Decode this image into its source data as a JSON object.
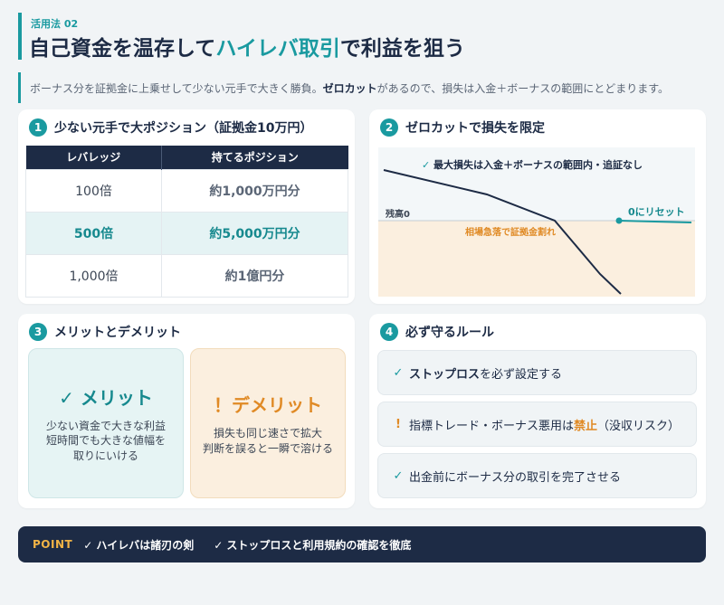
{
  "header": {
    "tag": "活用法 02",
    "title_pre": "自己資金を温存して",
    "title_hl": "ハイレバ取引",
    "title_post": "で利益を狙う"
  },
  "lead": {
    "pre": "ボーナス分を証拠金に上乗せして少ない元手で大きく勝負。",
    "bold": "ゼロカット",
    "post": "があるので、損失は入金＋ボーナスの範囲にとどまります。"
  },
  "card1": {
    "num": "1",
    "title": "少ない元手で大ポジション（証拠金10万円）",
    "headers": [
      "レバレッジ",
      "持てるポジション"
    ],
    "rows": [
      {
        "leverage": "100倍",
        "position": "約1,000万円分"
      },
      {
        "leverage": "500倍",
        "position": "約5,000万円分"
      },
      {
        "leverage": "1,000倍",
        "position": "約1億円分"
      }
    ]
  },
  "card2": {
    "num": "2",
    "title": "ゼロカットで損失を限定",
    "callout": "最大損失は入金＋ボーナスの範囲内・追証なし",
    "baseline_label": "残高0",
    "crash_label": "相場急落で証拠金割れ",
    "reset_label": "0にリセット"
  },
  "card3": {
    "num": "3",
    "title": "メリットとデメリット",
    "merit": {
      "mark": "✓",
      "label": "メリット",
      "lines": [
        "少ない資金で大きな利益",
        "短時間でも大きな値幅を",
        "取りにいける"
      ]
    },
    "demerit": {
      "mark": "！",
      "label": "デメリット",
      "lines": [
        "損失も同じ速さで拡大",
        "判断を誤ると一瞬で溶ける"
      ]
    }
  },
  "card4": {
    "num": "4",
    "title": "必ず守るルール",
    "rule1": {
      "bold": "ストップロス",
      "rest": "を必ず設定する"
    },
    "rule2": {
      "pre": "指標トレード・ボーナス悪用は",
      "ban": "禁止",
      "post": "（没収リスク）"
    },
    "rule3": {
      "text": "出金前にボーナス分の取引を完了させる"
    }
  },
  "point": {
    "label": "POINT",
    "items": [
      "✓ ハイレバは諸刃の剣",
      "✓ ストップロスと利用規約の確認を徹底"
    ]
  },
  "colors": {
    "accent": "#1a9aa0",
    "navy": "#1d2b45",
    "warning": "#e08a25",
    "loss_zone": "#fbefdf"
  }
}
